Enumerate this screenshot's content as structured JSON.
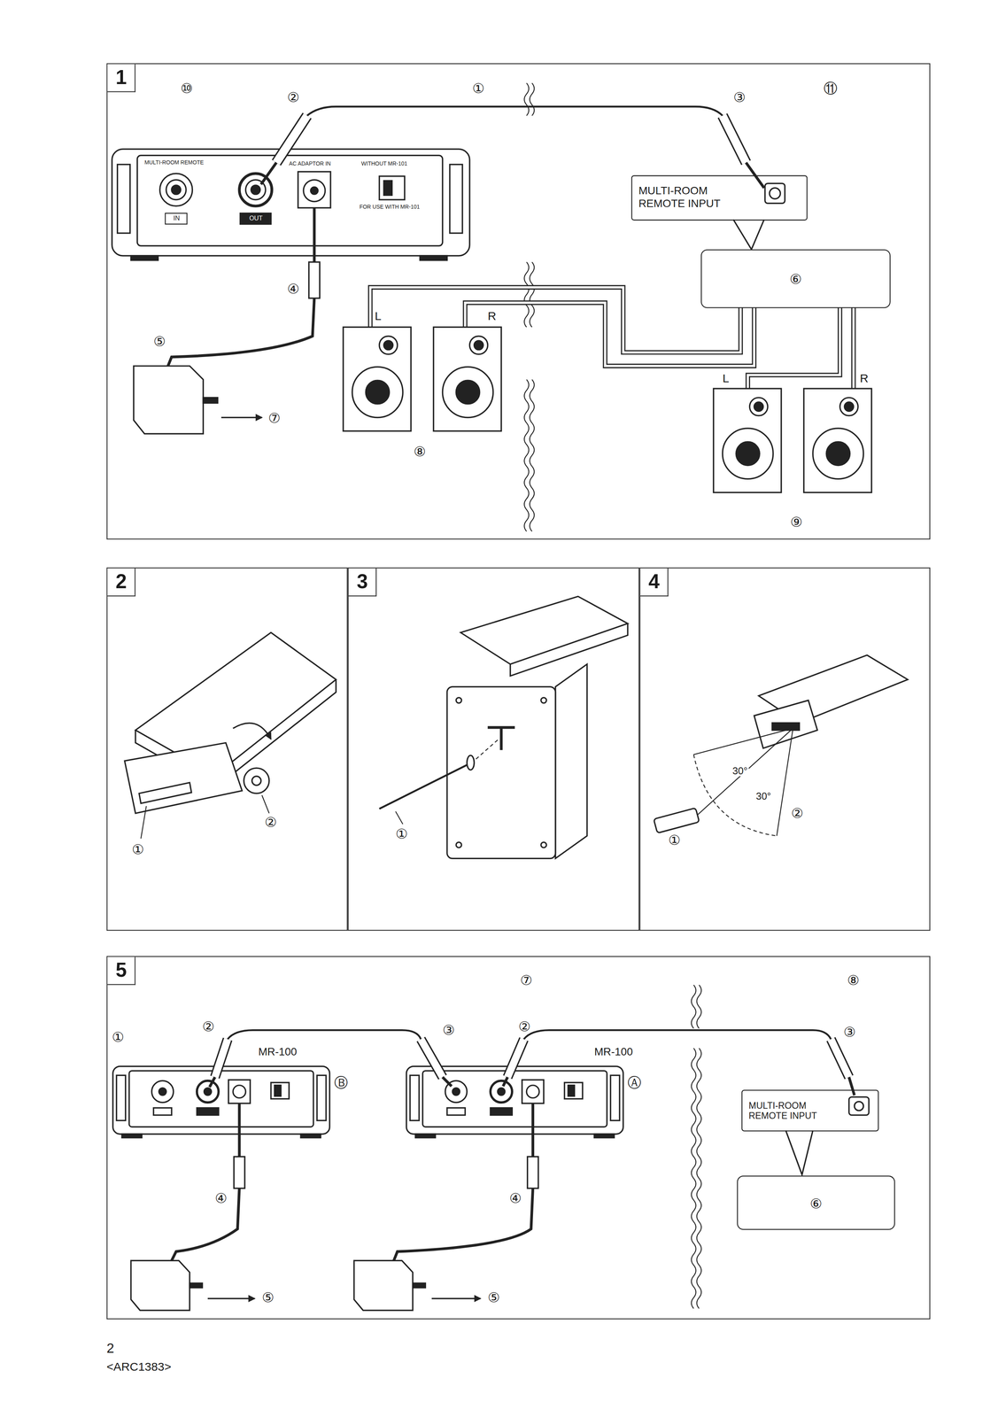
{
  "diagram": {
    "nodes": [
      {
        "text": [
          "1"
        ]
      },
      {
        "text": [
          "MULTI-ROOM REMOTE INPUT"
        ],
        "in": 0
      },
      {
        "text": [
          "⑥"
        ],
        "in": 0
      },
      {
        "text": [
          "2"
        ]
      },
      {
        "text": [
          "3"
        ]
      },
      {
        "text": [
          "4"
        ]
      },
      {
        "text": [
          "5"
        ]
      },
      {
        "text": [
          "MULTI-ROOM REMOTE INPUT"
        ],
        "in": 6
      },
      {
        "text": [
          "⑥"
        ],
        "in": 6
      }
    ],
    "labels": [
      "⑩",
      "②",
      "①",
      "⑪",
      "③",
      "MULTI-ROOM REMOTE",
      "IN",
      "OUT",
      "AC ADAPTOR IN",
      "WITHOUT MR-101",
      "FOR USE WITH MR-101",
      "④",
      "L",
      "R",
      "⑤",
      "⑦",
      "⑧",
      "L",
      "R",
      "⑨",
      "①",
      "②",
      "①",
      "30°",
      "30°",
      "①",
      "②",
      "⑦",
      "⑧",
      "①",
      "②",
      "MR-100",
      "③",
      "②",
      "MR-100",
      "③",
      "Ⓑ",
      "Ⓐ",
      "④",
      "④",
      "⑤",
      "⑤",
      "2",
      "<ARC1383>"
    ]
  }
}
